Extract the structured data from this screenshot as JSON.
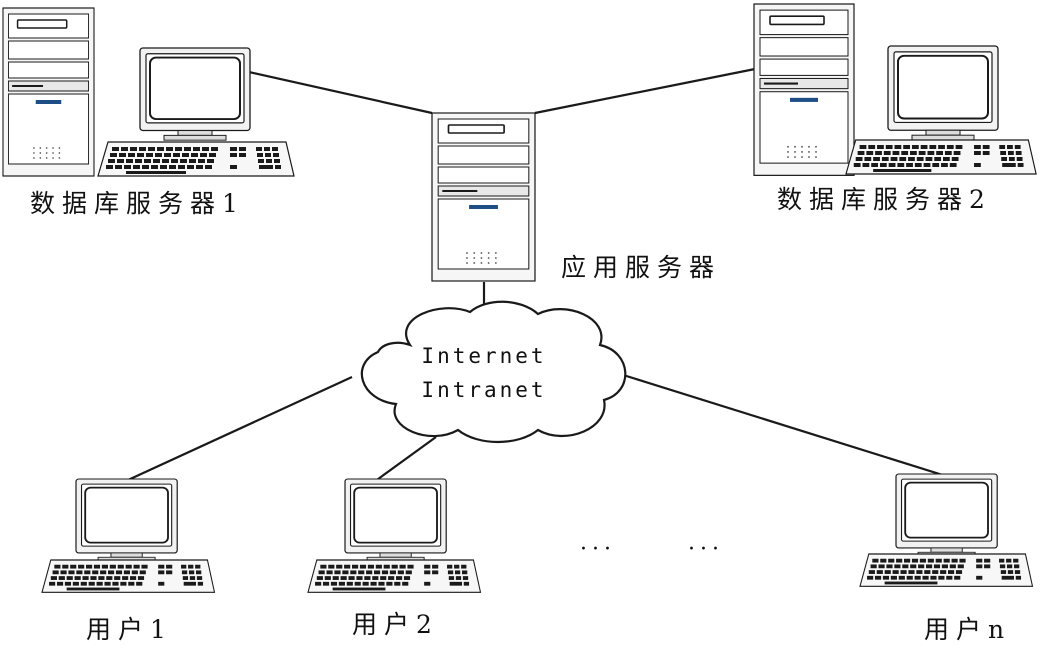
{
  "labels": {
    "db_server_1": "数据库服务器1",
    "db_server_2": "数据库服务器2",
    "app_server": "应用服务器",
    "cloud_line1": "Internet",
    "cloud_line2": "Intranet",
    "user_1": "用户1",
    "user_2": "用户2",
    "user_n": "用户n",
    "ellipsis_1": "···",
    "ellipsis_2": "···"
  },
  "icons": {
    "server": "server-tower-icon",
    "monitor": "crt-monitor-icon",
    "keyboard": "keyboard-icon",
    "network": "cloud-icon"
  },
  "colors": {
    "outline": "#1a1a1a",
    "panel_fill": "#f4f4f4",
    "drive_label": "#1d4f86"
  }
}
